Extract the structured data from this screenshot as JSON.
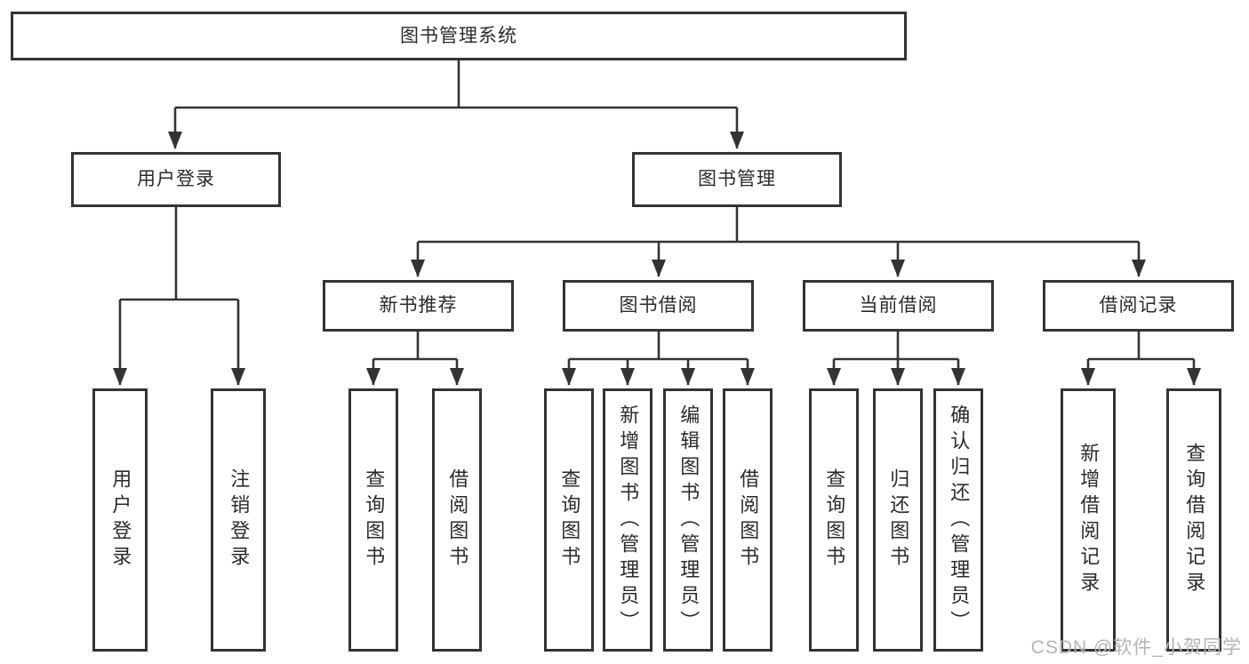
{
  "diagram": {
    "type": "hierarchy-tree",
    "root": "图书管理系统",
    "level2": {
      "user_login": "用户登录",
      "book_mgmt": "图书管理"
    },
    "level3": {
      "new_book_rec": "新书推荐",
      "book_borrow": "图书借阅",
      "current_borrow": "当前借阅",
      "borrow_record": "借阅记录"
    },
    "leaves": {
      "user_login": [
        "用户登录",
        "注销登录"
      ],
      "new_book_rec": [
        "查询图书",
        "借阅图书"
      ],
      "book_borrow": [
        "查询图书",
        "新增图书（管理员）",
        "编辑图书（管理员）",
        "借阅图书"
      ],
      "current_borrow": [
        "查询图书",
        "归还图书",
        "确认归还（管理员）"
      ],
      "borrow_record": [
        "新增借阅记录",
        "查询借阅记录"
      ]
    }
  },
  "watermark": "CSDN @软件_小贺同学",
  "colors": {
    "line": "#333333",
    "box_border": "#333333",
    "background": "#ffffff",
    "watermark": "#b4b4b4"
  }
}
